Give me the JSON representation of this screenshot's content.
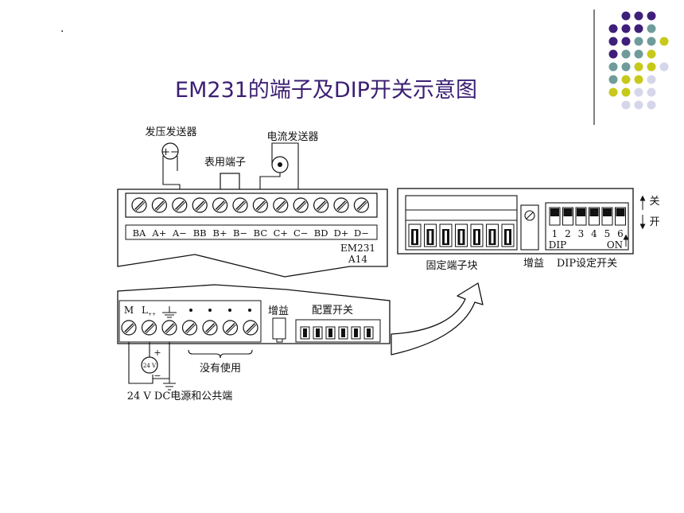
{
  "slide": {
    "dot_mark": ".",
    "title": "EM231的端子及DIP开关示意图",
    "title_color": "#3b1f73",
    "accent_colors": {
      "purple": "#3e1f7a",
      "teal": "#6f9c9a",
      "lime": "#c7c91a",
      "lavender": "#d6d6ea"
    },
    "divider_color": "#555555"
  },
  "diagram": {
    "top_labels": {
      "voltage_transmitter": "发压发送器",
      "current_transmitter": "电流发送器",
      "meter_terminal": "表用端子"
    },
    "terminal_labels": [
      "BA",
      "A+",
      "A−",
      "BB",
      "B+",
      "B−",
      "BC",
      "C+",
      "C−",
      "BD",
      "D+",
      "D−"
    ],
    "model": "EM231",
    "model_code": "A14",
    "bottom_labels": {
      "m": "M",
      "l": "L",
      "l_sub": "++",
      "gain": "增益",
      "config_switch": "配置开关",
      "unused": "没有使用",
      "supply_voltage": "24 V",
      "power_label": "24 V DC电源和公共端",
      "plus": "+",
      "minus": "−"
    },
    "right_panel": {
      "fixed_terminal_block": "固定端子块",
      "gain": "增益",
      "dip_switch": "DIP设定开关",
      "dip_label": "DIP",
      "on_label": "ON",
      "switch_numbers": [
        "1",
        "2",
        "3",
        "4",
        "5",
        "6"
      ],
      "off_label": "关",
      "open_label": "开"
    }
  }
}
